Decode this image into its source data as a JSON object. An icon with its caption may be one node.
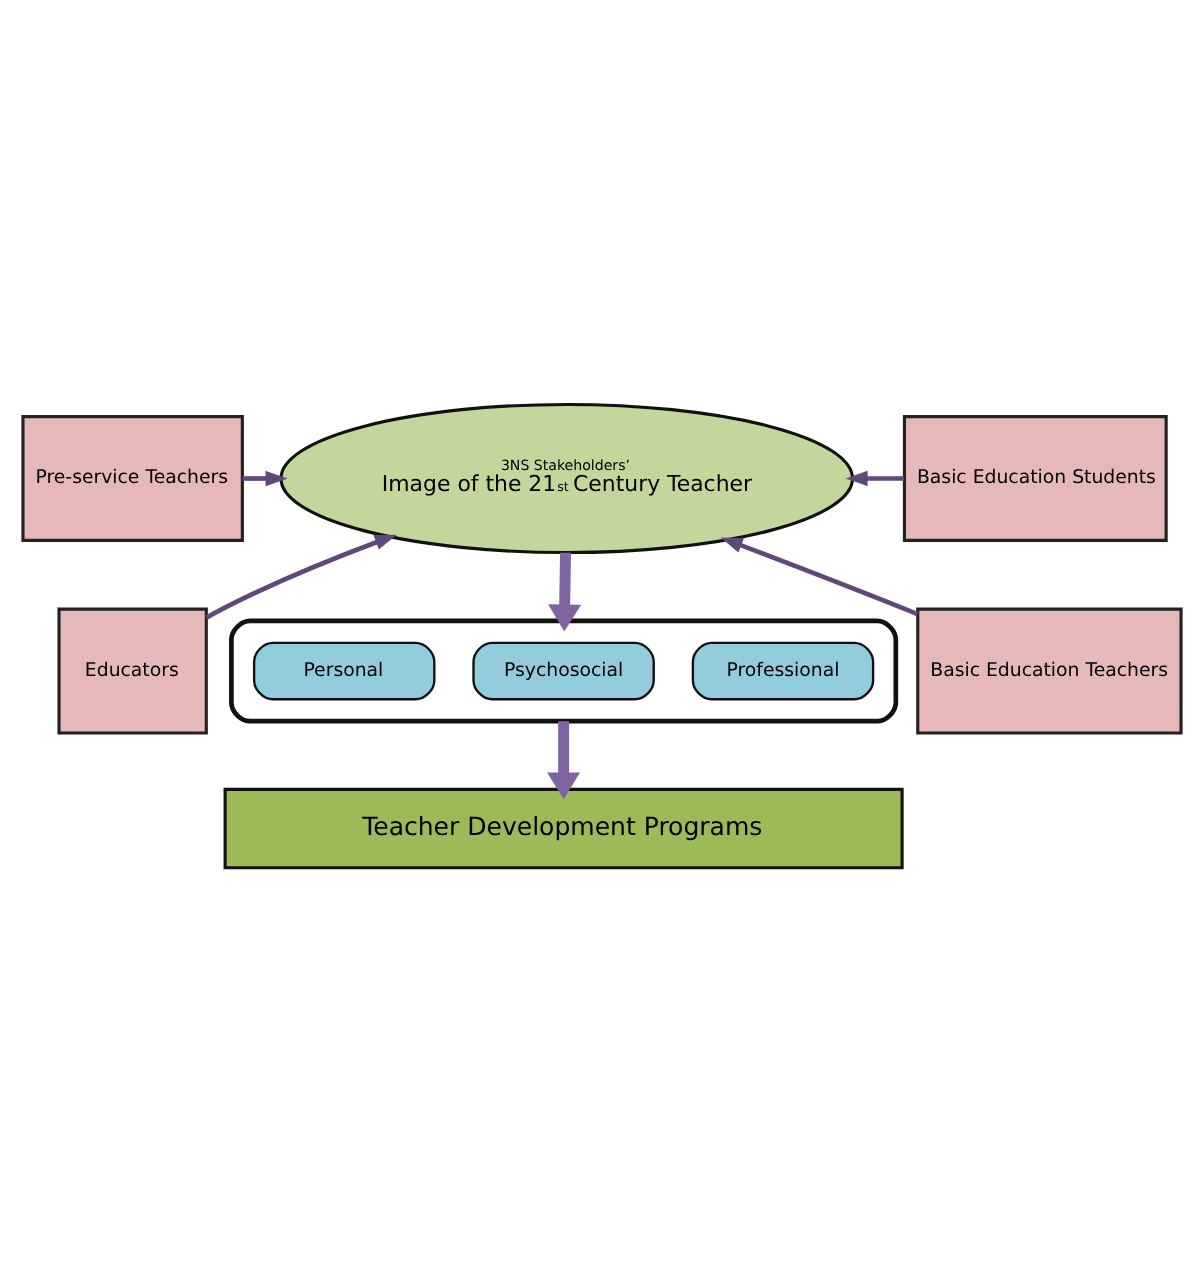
{
  "diagram": {
    "nodes": [
      {
        "text": [
          "Pre-service Teachers"
        ]
      },
      {
        "text": [
          "Educators"
        ]
      },
      {
        "text": [
          "3NS Stakeholders’",
          "Image of the 21$^{st}$ Century Teacher"
        ]
      },
      {
        "text": [
          "Basic Education Students"
        ]
      },
      {
        "text": [
          "Basic Education Teachers"
        ]
      },
      {
        "text": [],
        "shape": "box"
      },
      {
        "text": [
          "Personal"
        ],
        "in": 5
      },
      {
        "text": [
          "Psychosocial"
        ],
        "in": 5
      },
      {
        "text": [
          "Professional"
        ],
        "in": 5
      },
      {
        "text": [
          "Teacher Development Programs"
        ]
      }
    ],
    "edges": [
      {
        "from": 0,
        "to": 2,
        "arrow": "to"
      },
      {
        "from": 1,
        "to": 2,
        "arrow": "to"
      },
      {
        "from": 3,
        "to": 2,
        "arrow": "to"
      },
      {
        "from": 4,
        "to": 2,
        "arrow": "to"
      },
      {
        "from": 2,
        "to": 5,
        "arrow": "to",
        "style": "thick",
        "color": "#8064a2"
      },
      {
        "from": 5,
        "to": 9,
        "arrow": "to",
        "style": "thick",
        "color": "#8064a2"
      }
    ]
  }
}
